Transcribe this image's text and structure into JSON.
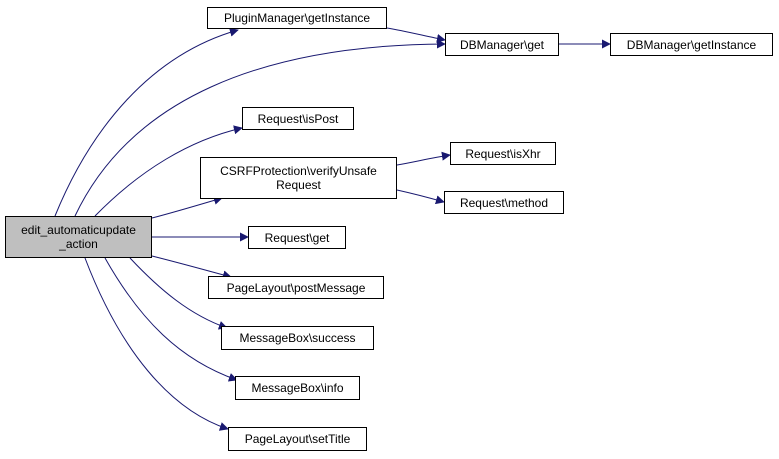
{
  "colors": {
    "edge": "#191970",
    "root_fill": "#bfbfbf",
    "node_fill": "#ffffff",
    "border": "#000000"
  },
  "root": {
    "label_line1": "edit_automaticupdate",
    "label_line2": "_action"
  },
  "nodes": {
    "plugin_manager_get_instance": "PluginManager\\getInstance",
    "db_manager_get": "DBManager\\get",
    "db_manager_get_instance": "DBManager\\getInstance",
    "request_is_post": "Request\\isPost",
    "csrf_line1": "CSRFProtection\\verifyUnsafe",
    "csrf_line2": "Request",
    "request_is_xhr": "Request\\isXhr",
    "request_method": "Request\\method",
    "request_get": "Request\\get",
    "page_layout_post_message": "PageLayout\\postMessage",
    "message_box_success": "MessageBox\\success",
    "message_box_info": "MessageBox\\info",
    "page_layout_set_title": "PageLayout\\setTitle"
  }
}
